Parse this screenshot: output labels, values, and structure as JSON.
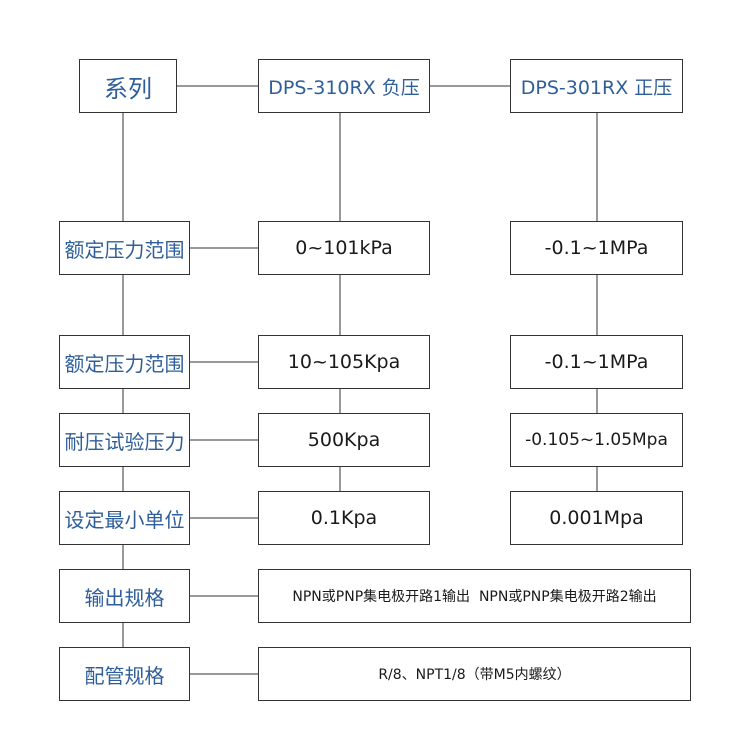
{
  "colors": {
    "label_text": "#2f5f9a",
    "value_text": "#1a1a1a",
    "line": "#333333"
  },
  "header": {
    "series_label": "系列",
    "model_negative": "DPS-310RX 负压",
    "model_positive": "DPS-301RX 正压"
  },
  "rows": [
    {
      "label": "额定压力范围",
      "negative": "0~101kPa",
      "positive": "-0.1~1MPa"
    },
    {
      "label": "额定压力范围",
      "negative": "10~105Kpa",
      "positive": "-0.1~1MPa"
    },
    {
      "label": "耐压试验压力",
      "negative": "500Kpa",
      "positive": "-0.105~1.05Mpa"
    },
    {
      "label": "设定最小单位",
      "negative": "0.1Kpa",
      "positive": "0.001Mpa"
    },
    {
      "label": "输出规格",
      "value": "NPN或PNP集电极开路1输出  NPN或PNP集电极开路2输出"
    },
    {
      "label": "配管规格",
      "value": "R/8、NPT1/8（带M5内螺纹）"
    }
  ]
}
